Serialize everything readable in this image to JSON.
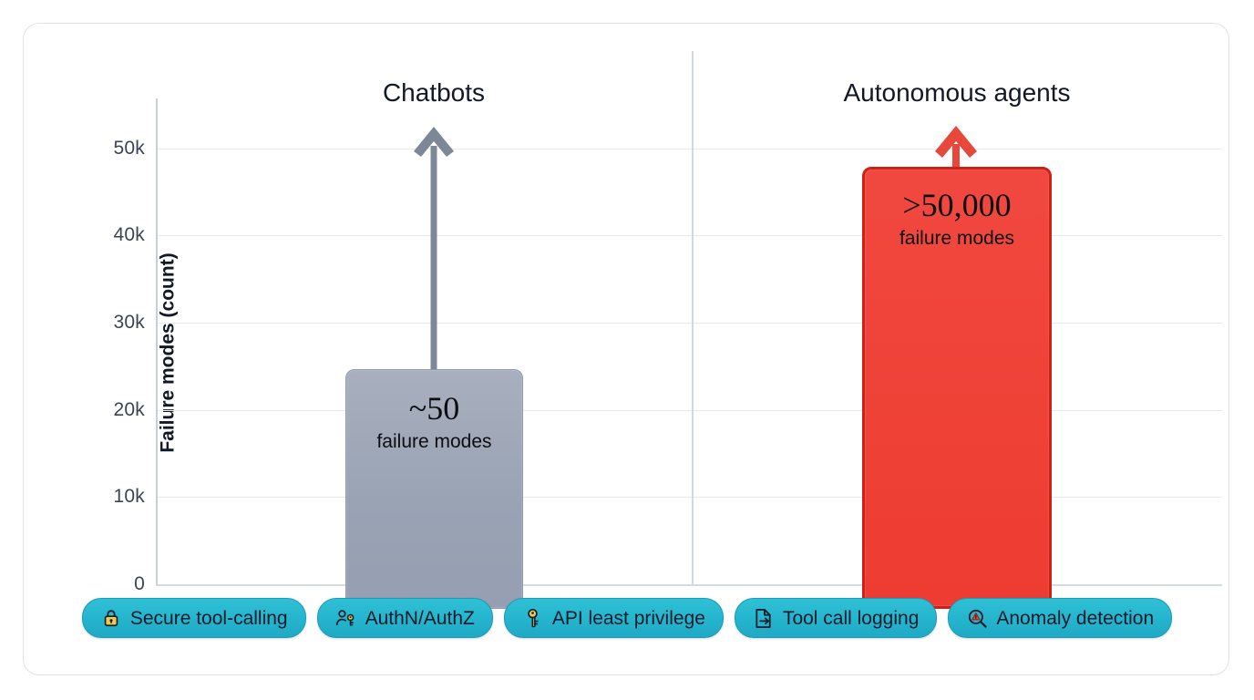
{
  "chart_data": {
    "type": "bar",
    "title": "",
    "xlabel": "",
    "ylabel": "Failure modes (count)",
    "ylim": [
      0,
      55000
    ],
    "yticks": [
      "0",
      "10k",
      "20k",
      "30k",
      "40k",
      "50k"
    ],
    "ytick_values": [
      0,
      10000,
      20000,
      30000,
      40000,
      50000
    ],
    "grid": true,
    "legend": "none",
    "categories": [
      "Chatbots",
      "Autonomous agents"
    ],
    "values": [
      27000,
      50800
    ],
    "bar_colors": [
      "#9aa3b4",
      "#ef4136"
    ],
    "annotations": [
      {
        "category": "Chatbots",
        "value_label": "~50",
        "sub_label": "failure modes",
        "arrow": "up",
        "arrow_color": "#7e8798",
        "note": "bar is truncated / illustrative; arrow indicates continues upward"
      },
      {
        "category": "Autonomous agents",
        "value_label": ">50,000",
        "sub_label": "failure modes",
        "arrow": "up",
        "arrow_color": "#e8483c",
        "note": "bar exceeds axis top; arrow indicates continues upward"
      }
    ]
  },
  "axis": {
    "y_label": "Failure modes (count)",
    "ticks": [
      {
        "label": "50k",
        "value": 50000
      },
      {
        "label": "40k",
        "value": 40000
      },
      {
        "label": "30k",
        "value": 30000
      },
      {
        "label": "20k",
        "value": 20000
      },
      {
        "label": "10k",
        "value": 10000
      },
      {
        "label": "0",
        "value": 0
      }
    ]
  },
  "groups": [
    {
      "title": "Chatbots",
      "value_label": "~50",
      "sub_label": "failure modes"
    },
    {
      "title": "Autonomous agents",
      "value_label": ">50,000",
      "sub_label": "failure modes"
    }
  ],
  "pills": [
    {
      "label": "Secure tool-calling",
      "icon": "lock-icon"
    },
    {
      "label": "AuthN/AuthZ",
      "icon": "user-key-icon"
    },
    {
      "label": "API least privilege",
      "icon": "key-icon"
    },
    {
      "label": "Tool call logging",
      "icon": "document-export-icon"
    },
    {
      "label": "Anomaly detection",
      "icon": "magnifier-alert-icon"
    }
  ],
  "colors": {
    "pill_bg": "#25b4cd",
    "pill_icon_gold": "#f2c94c",
    "bar_gray": "#9aa3b4",
    "bar_red": "#ef4136",
    "bar_red_border": "#cf2018",
    "grid": "#e8eaf0",
    "text": "#121826",
    "card_border": "#dfe2e8"
  }
}
